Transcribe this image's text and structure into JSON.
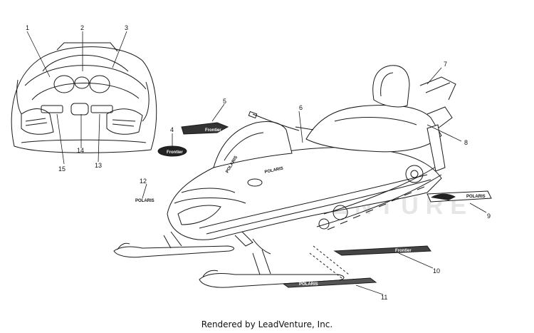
{
  "footer": "Rendered by LeadVenture, Inc.",
  "watermark": "LEADVENTURE",
  "decal_texts": {
    "polaris": "POLARIS",
    "frontier": "Frontier"
  },
  "callouts": [
    "1",
    "2",
    "3",
    "4",
    "5",
    "6",
    "7",
    "8",
    "9",
    "10",
    "11",
    "12",
    "13",
    "14",
    "15"
  ],
  "colors": {
    "line": "#1a1a1a",
    "background": "#ffffff",
    "watermark": "#e4e4e4"
  }
}
